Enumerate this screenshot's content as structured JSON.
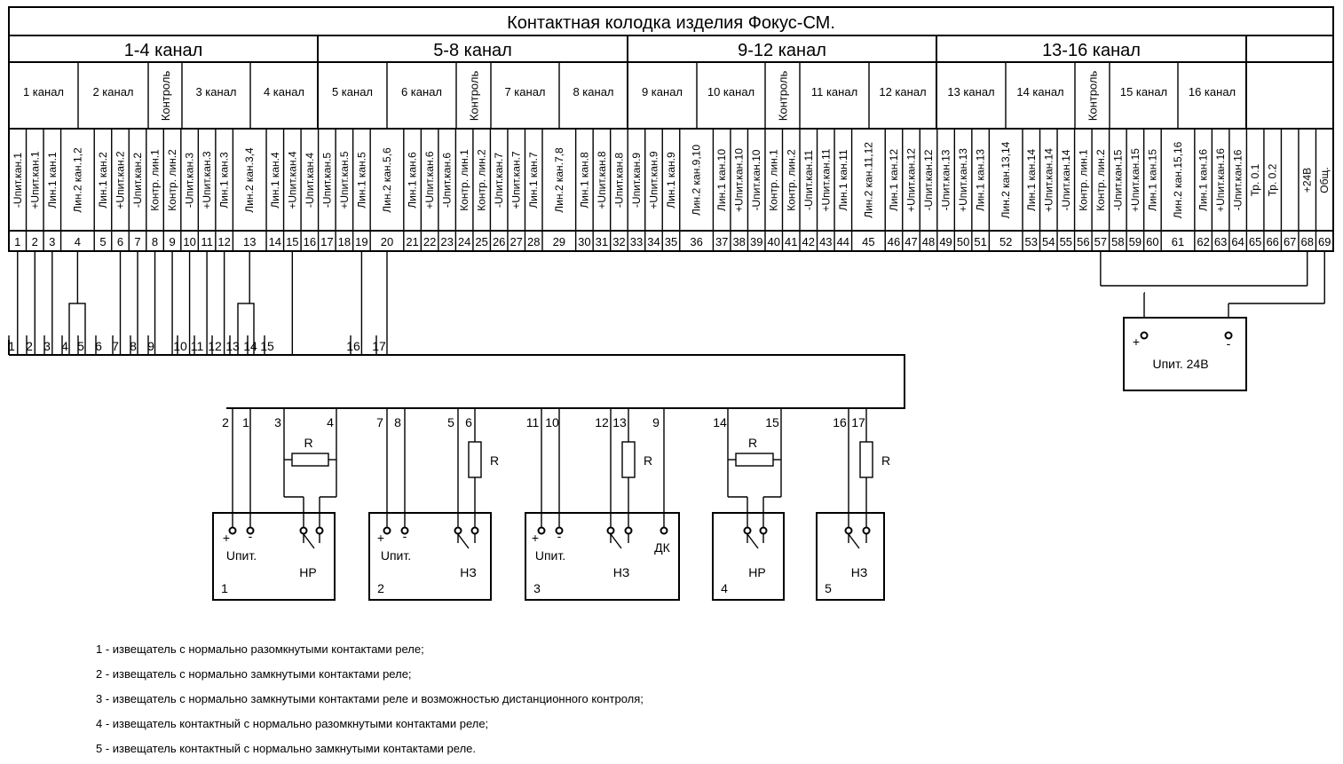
{
  "title": "Контактная колодка изделия Фокус-СМ.",
  "groups": [
    "1-4 канал",
    "5-8 канал",
    "9-12 канал",
    "13-16 канал"
  ],
  "control_label": "Контроль",
  "channels": [
    "1 канал",
    "2 канал",
    "3 канал",
    "4 канал",
    "5 канал",
    "6 канал",
    "7 канал",
    "8 канал",
    "9 канал",
    "10 канал",
    "11 канал",
    "12 канал",
    "13 канал",
    "14 канал",
    "15 канал",
    "16 канал"
  ],
  "pins": [
    {
      "n": "1",
      "sig": "-Uпит.кан.1"
    },
    {
      "n": "2",
      "sig": "+Uпит.кан.1"
    },
    {
      "n": "3",
      "sig": "Лин.1 кан.1"
    },
    {
      "n": "4",
      "sig": "Лин.2 кан.1,2"
    },
    {
      "n": "5",
      "sig": "Лин.1 кан.2"
    },
    {
      "n": "6",
      "sig": "+Uпит.кан.2"
    },
    {
      "n": "7",
      "sig": "-Uпит.кан.2"
    },
    {
      "n": "8",
      "sig": "Контр. лин.1"
    },
    {
      "n": "9",
      "sig": "Контр. лин.2"
    },
    {
      "n": "10",
      "sig": "-Uпит.кан.3"
    },
    {
      "n": "11",
      "sig": "+Uпит.кан.3"
    },
    {
      "n": "12",
      "sig": "Лин.1 кан.3"
    },
    {
      "n": "13",
      "sig": "Лин.2 кан.3,4"
    },
    {
      "n": "14",
      "sig": "Лин.1 кан.4"
    },
    {
      "n": "15",
      "sig": "+Uпит.кан.4"
    },
    {
      "n": "16",
      "sig": "-Uпит.кан.4"
    },
    {
      "n": "17",
      "sig": "-Uпит.кан.5"
    },
    {
      "n": "18",
      "sig": "+Uпит.кан.5"
    },
    {
      "n": "19",
      "sig": "Лин.1 кан.5"
    },
    {
      "n": "20",
      "sig": "Лин.2 кан.5,6"
    },
    {
      "n": "21",
      "sig": "Лин.1 кан.6"
    },
    {
      "n": "22",
      "sig": "+Uпит.кан.6"
    },
    {
      "n": "23",
      "sig": "-Uпит.кан.6"
    },
    {
      "n": "24",
      "sig": "Контр. лин.1"
    },
    {
      "n": "25",
      "sig": "Контр. лин.2"
    },
    {
      "n": "26",
      "sig": "-Uпит.кан.7"
    },
    {
      "n": "27",
      "sig": "+Uпит.кан.7"
    },
    {
      "n": "28",
      "sig": "Лин.1 кан.7"
    },
    {
      "n": "29",
      "sig": "Лин.2 кан.7,8"
    },
    {
      "n": "30",
      "sig": "Лин.1 кан.8"
    },
    {
      "n": "31",
      "sig": "+Uпит.кан.8"
    },
    {
      "n": "32",
      "sig": "-Uпит.кан.8"
    },
    {
      "n": "33",
      "sig": "-Uпит.кан.9"
    },
    {
      "n": "34",
      "sig": "+Uпит.кан.9"
    },
    {
      "n": "35",
      "sig": "Лин.1 кан.9"
    },
    {
      "n": "36",
      "sig": "Лин.2 кан.9,10"
    },
    {
      "n": "37",
      "sig": "Лин.1 кан.10"
    },
    {
      "n": "38",
      "sig": "+Uпит.кан.10"
    },
    {
      "n": "39",
      "sig": "-Uпит.кан.10"
    },
    {
      "n": "40",
      "sig": "Контр. лин.1"
    },
    {
      "n": "41",
      "sig": "Контр. лин.2"
    },
    {
      "n": "42",
      "sig": "-Uпит.кан.11"
    },
    {
      "n": "43",
      "sig": "+Uпит.кан.11"
    },
    {
      "n": "44",
      "sig": "Лин.1 кан.11"
    },
    {
      "n": "45",
      "sig": "Лин.2 кан.11,12"
    },
    {
      "n": "46",
      "sig": "Лин.1 кан.12"
    },
    {
      "n": "47",
      "sig": "+Uпит.кан.12"
    },
    {
      "n": "48",
      "sig": "-Uпит.кан.12"
    },
    {
      "n": "49",
      "sig": "-Uпит.кан.13"
    },
    {
      "n": "50",
      "sig": "+Uпит.кан.13"
    },
    {
      "n": "51",
      "sig": "Лин.1 кан.13"
    },
    {
      "n": "52",
      "sig": "Лин.2 кан.13,14"
    },
    {
      "n": "53",
      "sig": "Лин.1 кан.14"
    },
    {
      "n": "54",
      "sig": "+Uпит.кан.14"
    },
    {
      "n": "55",
      "sig": "-Uпит.кан.14"
    },
    {
      "n": "56",
      "sig": "Контр. лин.1"
    },
    {
      "n": "57",
      "sig": "Контр. лин.2"
    },
    {
      "n": "58",
      "sig": "-Uпит.кан.15"
    },
    {
      "n": "59",
      "sig": "+Uпит.кан.15"
    },
    {
      "n": "60",
      "sig": "Лин.1 кан.15"
    },
    {
      "n": "61",
      "sig": "Лин.2 кан.15,16"
    },
    {
      "n": "62",
      "sig": "Лин.1 кан.16"
    },
    {
      "n": "63",
      "sig": "+Uпит.кан.16"
    },
    {
      "n": "64",
      "sig": "-Uпит.кан.16"
    },
    {
      "n": "65",
      "sig": "Тр. 0.1"
    },
    {
      "n": "66",
      "sig": "Тр. 0.2"
    },
    {
      "n": "67",
      "sig": ""
    },
    {
      "n": "68",
      "sig": "+24В"
    },
    {
      "n": "69",
      "sig": "Общ."
    }
  ],
  "harness_numbers": [
    "1",
    "2",
    "3",
    "4",
    "5",
    "6",
    "7",
    "8",
    "9",
    "10",
    "11",
    "12",
    "13",
    "14",
    "15",
    "16",
    "17"
  ],
  "resistor_label": "R",
  "power_supply": {
    "label": "Uпит. 24В",
    "plus": "+",
    "minus": "-"
  },
  "detectors": [
    {
      "num": "1",
      "wires": [
        "2",
        "1",
        "3",
        "4"
      ],
      "plus": "+",
      "minus": "-",
      "power": "Uпит.",
      "relay": "НР",
      "resistor": "parallel"
    },
    {
      "num": "2",
      "wires": [
        "7",
        "8",
        "5",
        "6"
      ],
      "plus": "+",
      "minus": "-",
      "power": "Uпит.",
      "relay": "НЗ",
      "resistor": "series"
    },
    {
      "num": "3",
      "wires": [
        "11",
        "10",
        "12",
        "13",
        "9"
      ],
      "plus": "+",
      "minus": "-",
      "power": "Uпит.",
      "relay": "НЗ",
      "extra": "ДК",
      "resistor": "series"
    },
    {
      "num": "4",
      "wires": [
        "14",
        "15"
      ],
      "relay": "НР",
      "resistor": "parallel"
    },
    {
      "num": "5",
      "wires": [
        "16",
        "17"
      ],
      "relay": "НЗ",
      "resistor": "series"
    }
  ],
  "legend": [
    "1 - извещатель с нормально разомкнутыми контактами реле;",
    "2 - извещатель с нормально замкнутыми контактами реле;",
    "3 - извещатель с нормально замкнутыми контактами реле и возможностью дистанционного контроля;",
    "4 - извещатель контактный с нормально разомкнутыми контактами реле;",
    "5 - извещатель контактный с нормально замкнутыми контактами реле."
  ]
}
